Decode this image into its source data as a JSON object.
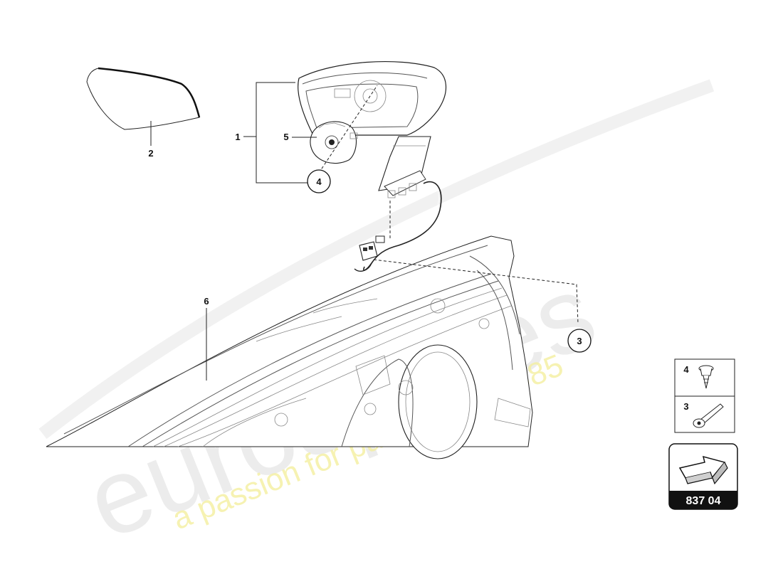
{
  "callouts": {
    "c1": "1",
    "c2": "2",
    "c3": "3",
    "c4": "4",
    "c5": "5",
    "c6": "6"
  },
  "legend": {
    "item4_number": "4",
    "item3_number": "3"
  },
  "reference": {
    "code": "837 04"
  },
  "watermark": {
    "brand": "eurospares",
    "tagline": "a passion for parts since 1985"
  },
  "colors": {
    "line": "#222222",
    "watermark_gray": "#e6e6e6",
    "watermark_yellow": "#f4efa0",
    "badge": "#111111"
  }
}
